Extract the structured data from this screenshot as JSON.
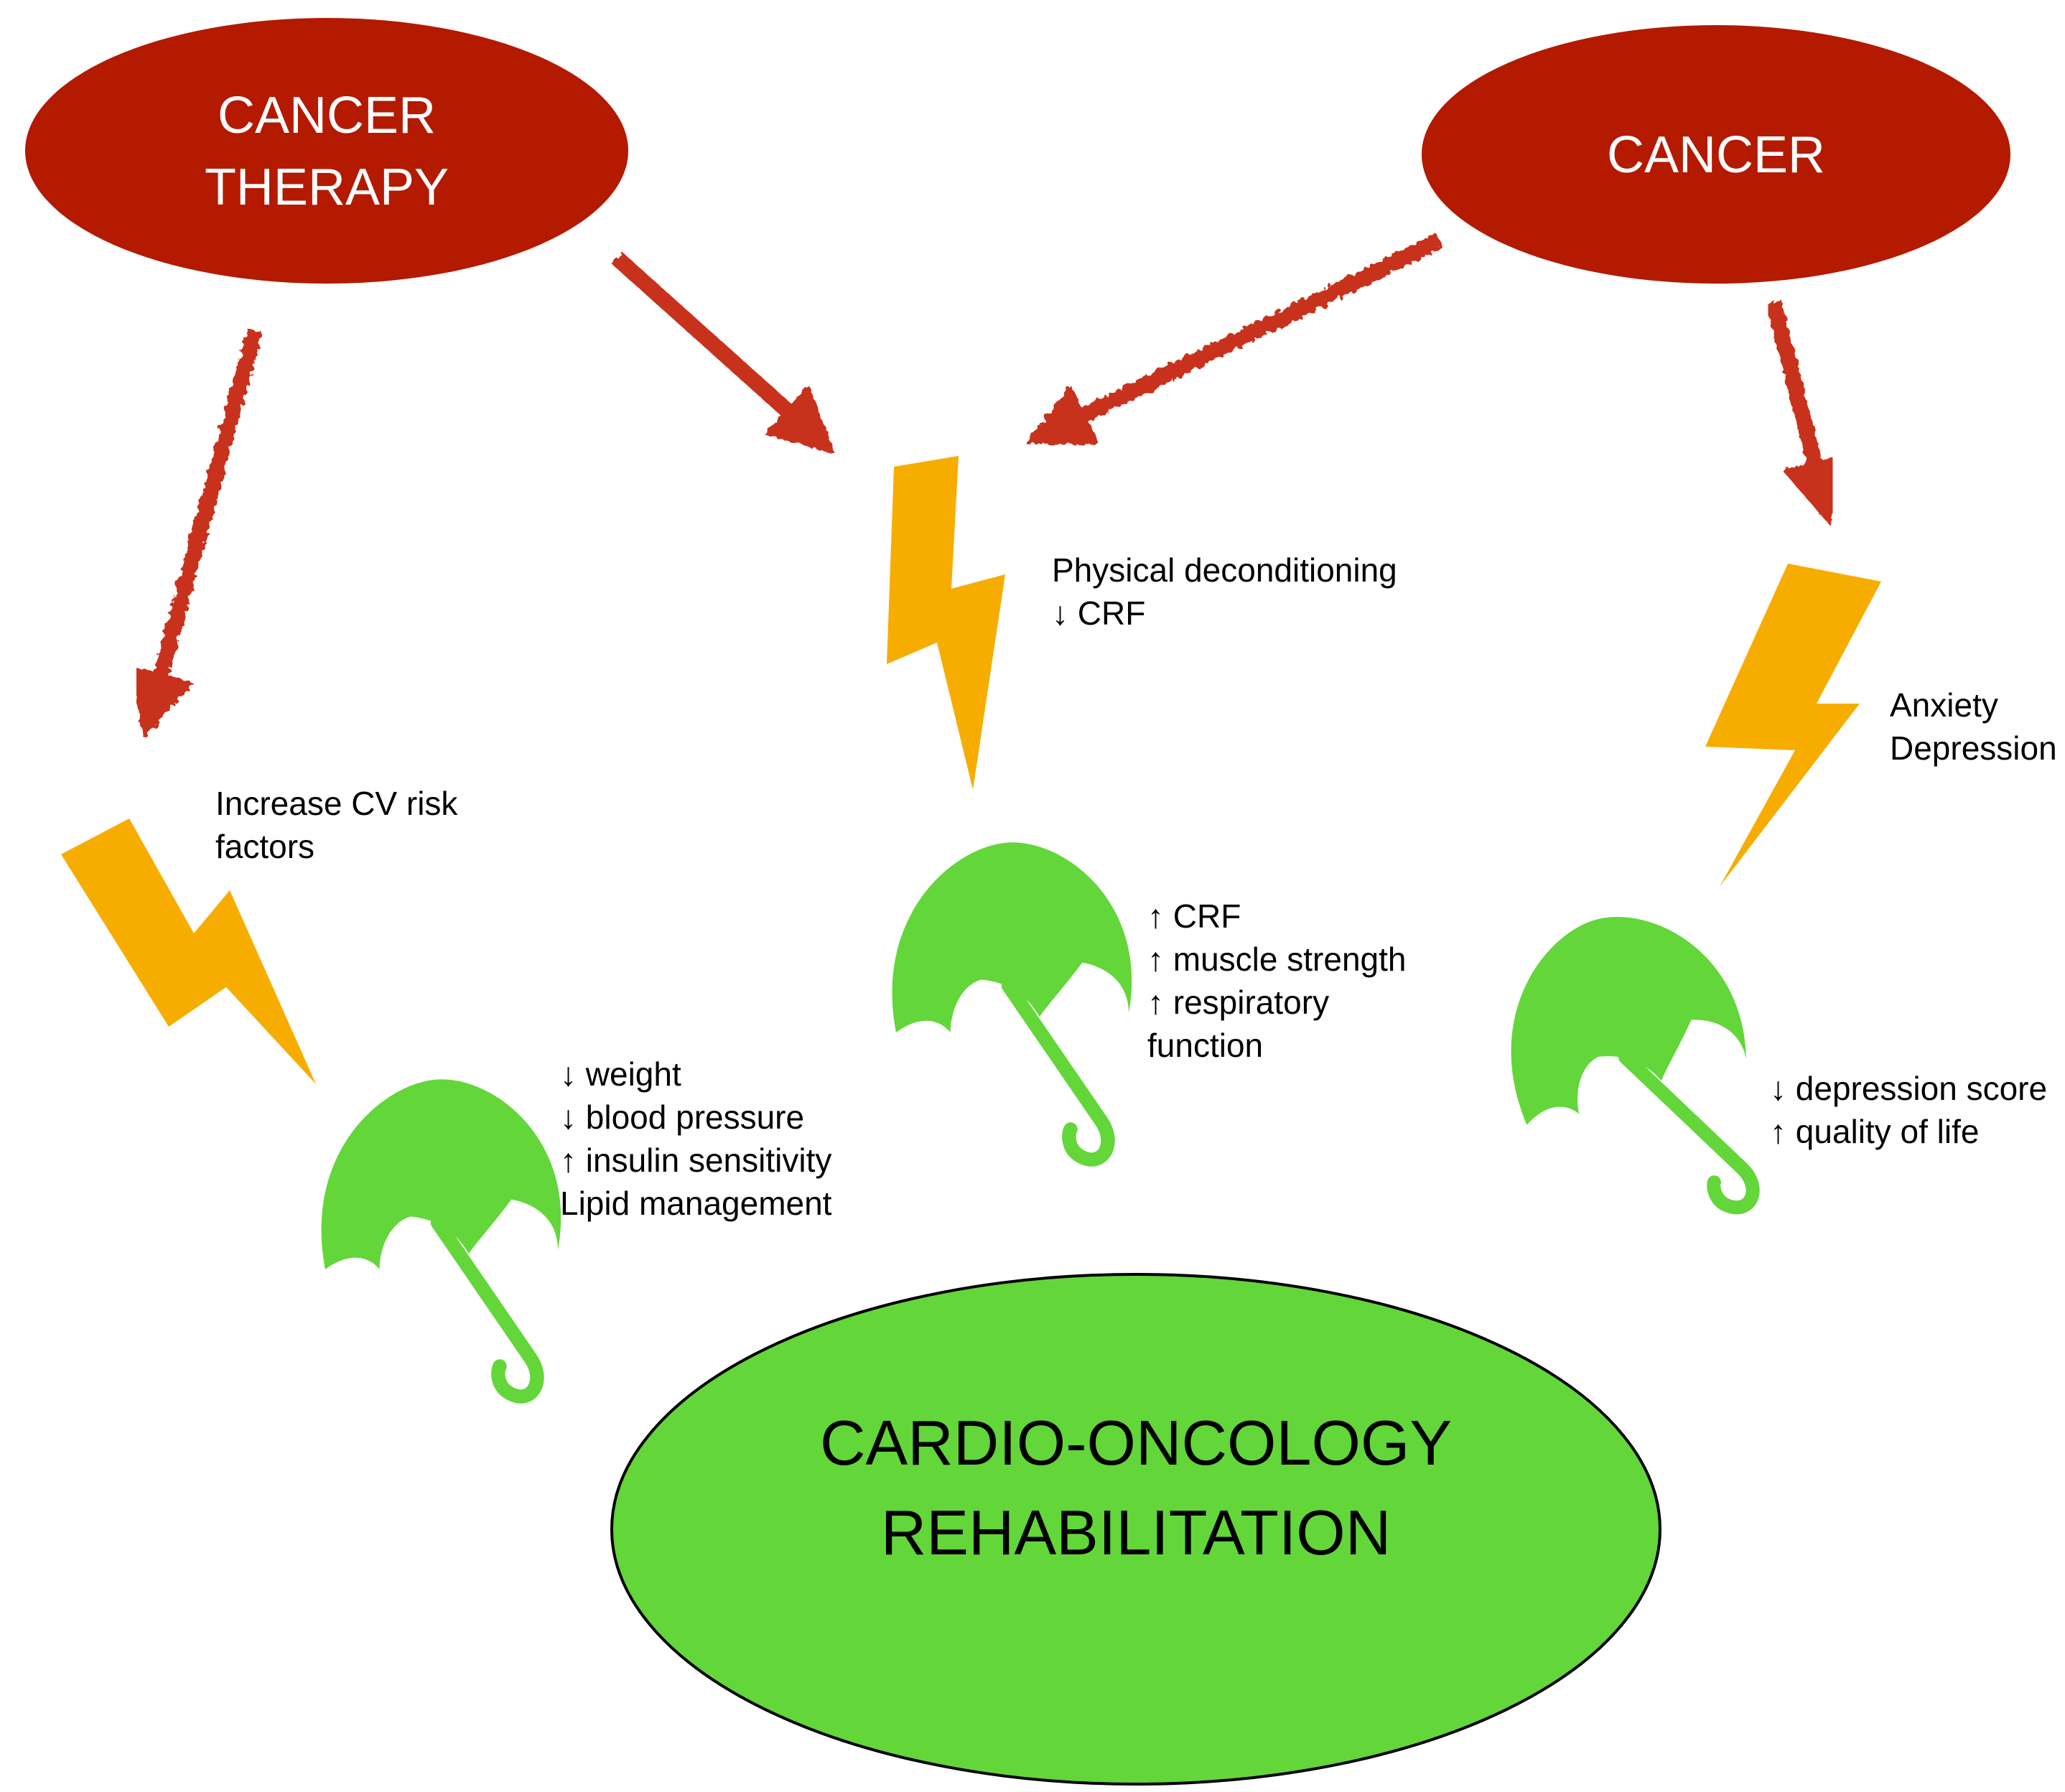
{
  "colors": {
    "cancer_node": "#b31a00",
    "arrow": "#c8301e",
    "bolt": "#f7ad00",
    "umbrella": "#63d63a",
    "rehab_node": "#63d63a",
    "dark_text": "#000000",
    "light_text": "#ffffff"
  },
  "nodes": {
    "cancer_therapy": {
      "line1": "CANCER",
      "line2": "THERAPY"
    },
    "cancer": {
      "label": "CANCER"
    },
    "rehab": {
      "line1": "CARDIO-ONCOLOGY",
      "line2": "REHABILITATION"
    }
  },
  "threats": {
    "cv_risk": {
      "line1": "Increase CV risk",
      "line2": "factors",
      "icon": "lightning-icon"
    },
    "deconditioning": {
      "line1": "Physical deconditioning",
      "line2": "↓ CRF",
      "icon": "lightning-icon"
    },
    "psychological": {
      "line1": "Anxiety",
      "line2": "Depression",
      "icon": "lightning-icon"
    }
  },
  "benefits": {
    "cardiometabolic": {
      "lines": [
        "↓ weight",
        "↓ blood pressure",
        "↑ insulin sensitivity",
        "Lipid management"
      ],
      "icon": "umbrella-icon"
    },
    "fitness": {
      "lines": [
        "↑ CRF",
        "↑ muscle strength",
        "↑ respiratory",
        "function"
      ],
      "icon": "umbrella-icon"
    },
    "mental": {
      "lines": [
        "↓ depression score",
        "↑ quality of life"
      ],
      "icon": "umbrella-icon"
    }
  }
}
